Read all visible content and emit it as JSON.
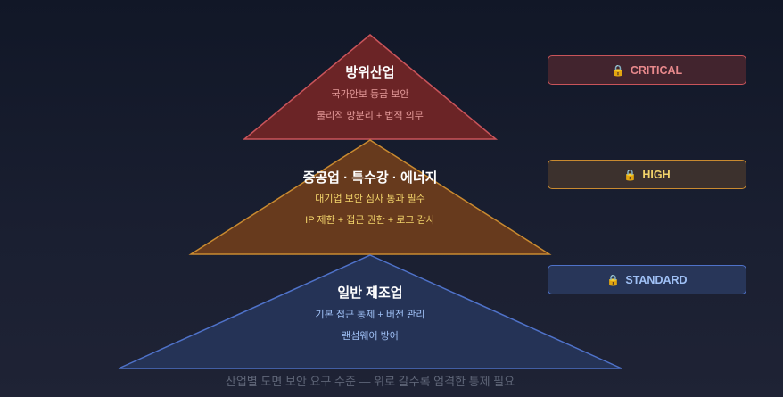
{
  "tiers": [
    {
      "title": "방위산업",
      "lines": [
        "국가안보 등급 보안",
        "물리적 망분리 + 법적 의무"
      ],
      "badge": "CRITICAL",
      "color": "#c9545a"
    },
    {
      "title": "중공업 · 특수강 · 에너지",
      "lines": [
        "대기업 보안 심사 통과 필수",
        "IP 제한 + 접근 권한 + 로그 감사"
      ],
      "badge": "HIGH",
      "color": "#c98a30"
    },
    {
      "title": "일반 제조업",
      "lines": [
        "기본 접근 통제 + 버전 관리",
        "랜섬웨어 방어"
      ],
      "badge": "STANDARD",
      "color": "#4f72c9"
    }
  ],
  "lock_icon": "🔒",
  "footer": "산업별 도면 보안 요구 수준 — 위로 갈수록 엄격한 통제 필요"
}
